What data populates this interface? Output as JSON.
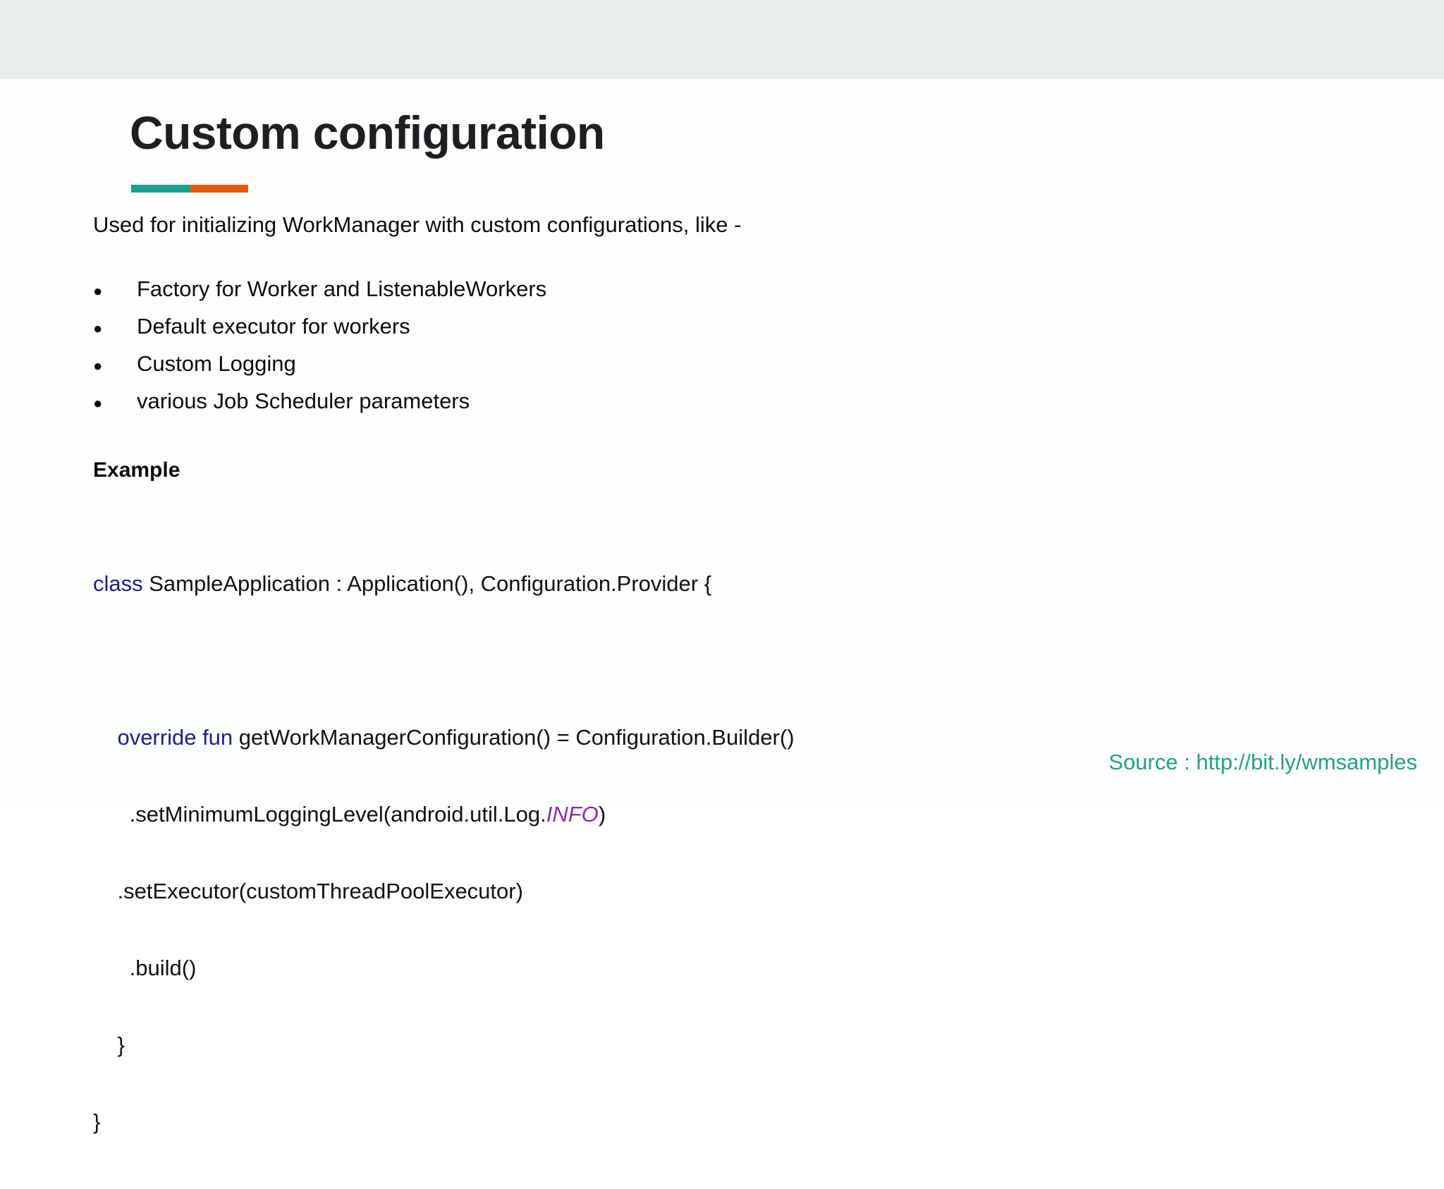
{
  "slide": {
    "title": "Custom configuration",
    "intro": "Used for initializing WorkManager with custom configurations, like -",
    "bullets": [
      {
        "marker": "●",
        "text": "Factory for Worker and ListenableWorkers"
      },
      {
        "marker": "●",
        "text": "Default executor for workers"
      },
      {
        "marker": "●",
        "text": "Custom Logging"
      },
      {
        "marker": "●",
        "text": "various Job Scheduler parameters"
      }
    ],
    "example_heading": "Example",
    "code": {
      "line1_keyword": "class",
      "line1_rest": " SampleApplication : Application(), Configuration.Provider {",
      "line2_indent": "    ",
      "line2_keyword": "override fun",
      "line2_rest": " getWorkManagerConfiguration() = Configuration.Builder()",
      "line3_pre": "      .setMinimumLoggingLevel(android.util.Log.",
      "line3_const": "INFO",
      "line3_post": ")",
      "line4": "    .setExecutor(customThreadPoolExecutor)",
      "line5": "      .build()",
      "line6": "    }",
      "line7": "}"
    },
    "source": "Source : http://bit.ly/wmsamples",
    "colors": {
      "band": "#e8edec",
      "rule_teal": "#1d9e93",
      "rule_orange": "#e8590c",
      "keyword": "#1d1d8f",
      "constant": "#8e2bad",
      "source_link": "#23a088",
      "title": "#1f1f23"
    }
  }
}
